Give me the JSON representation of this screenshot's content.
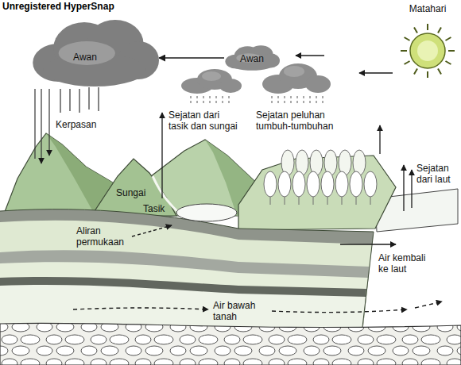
{
  "diagram": {
    "nodes": [
      {
        "text": [
          "Awan"
        ]
      },
      {
        "text": [
          "Awan"
        ]
      },
      {
        "text": [
          "Matahari"
        ]
      }
    ],
    "edges": [
      {
        "from": 1,
        "to": 0,
        "arrow": "to"
      }
    ],
    "labels": [
      "Unregistered HyperSnap",
      "Kerpasan",
      "Sejatan dari tasik dan sungai",
      "Sejatan peluhan tumbuh-tumbuhan",
      "Sejatan dari laut",
      "Sungai",
      "Tasik",
      "Aliran permukaan",
      "Air kembali ke laut",
      "Air bawah tanah"
    ]
  }
}
